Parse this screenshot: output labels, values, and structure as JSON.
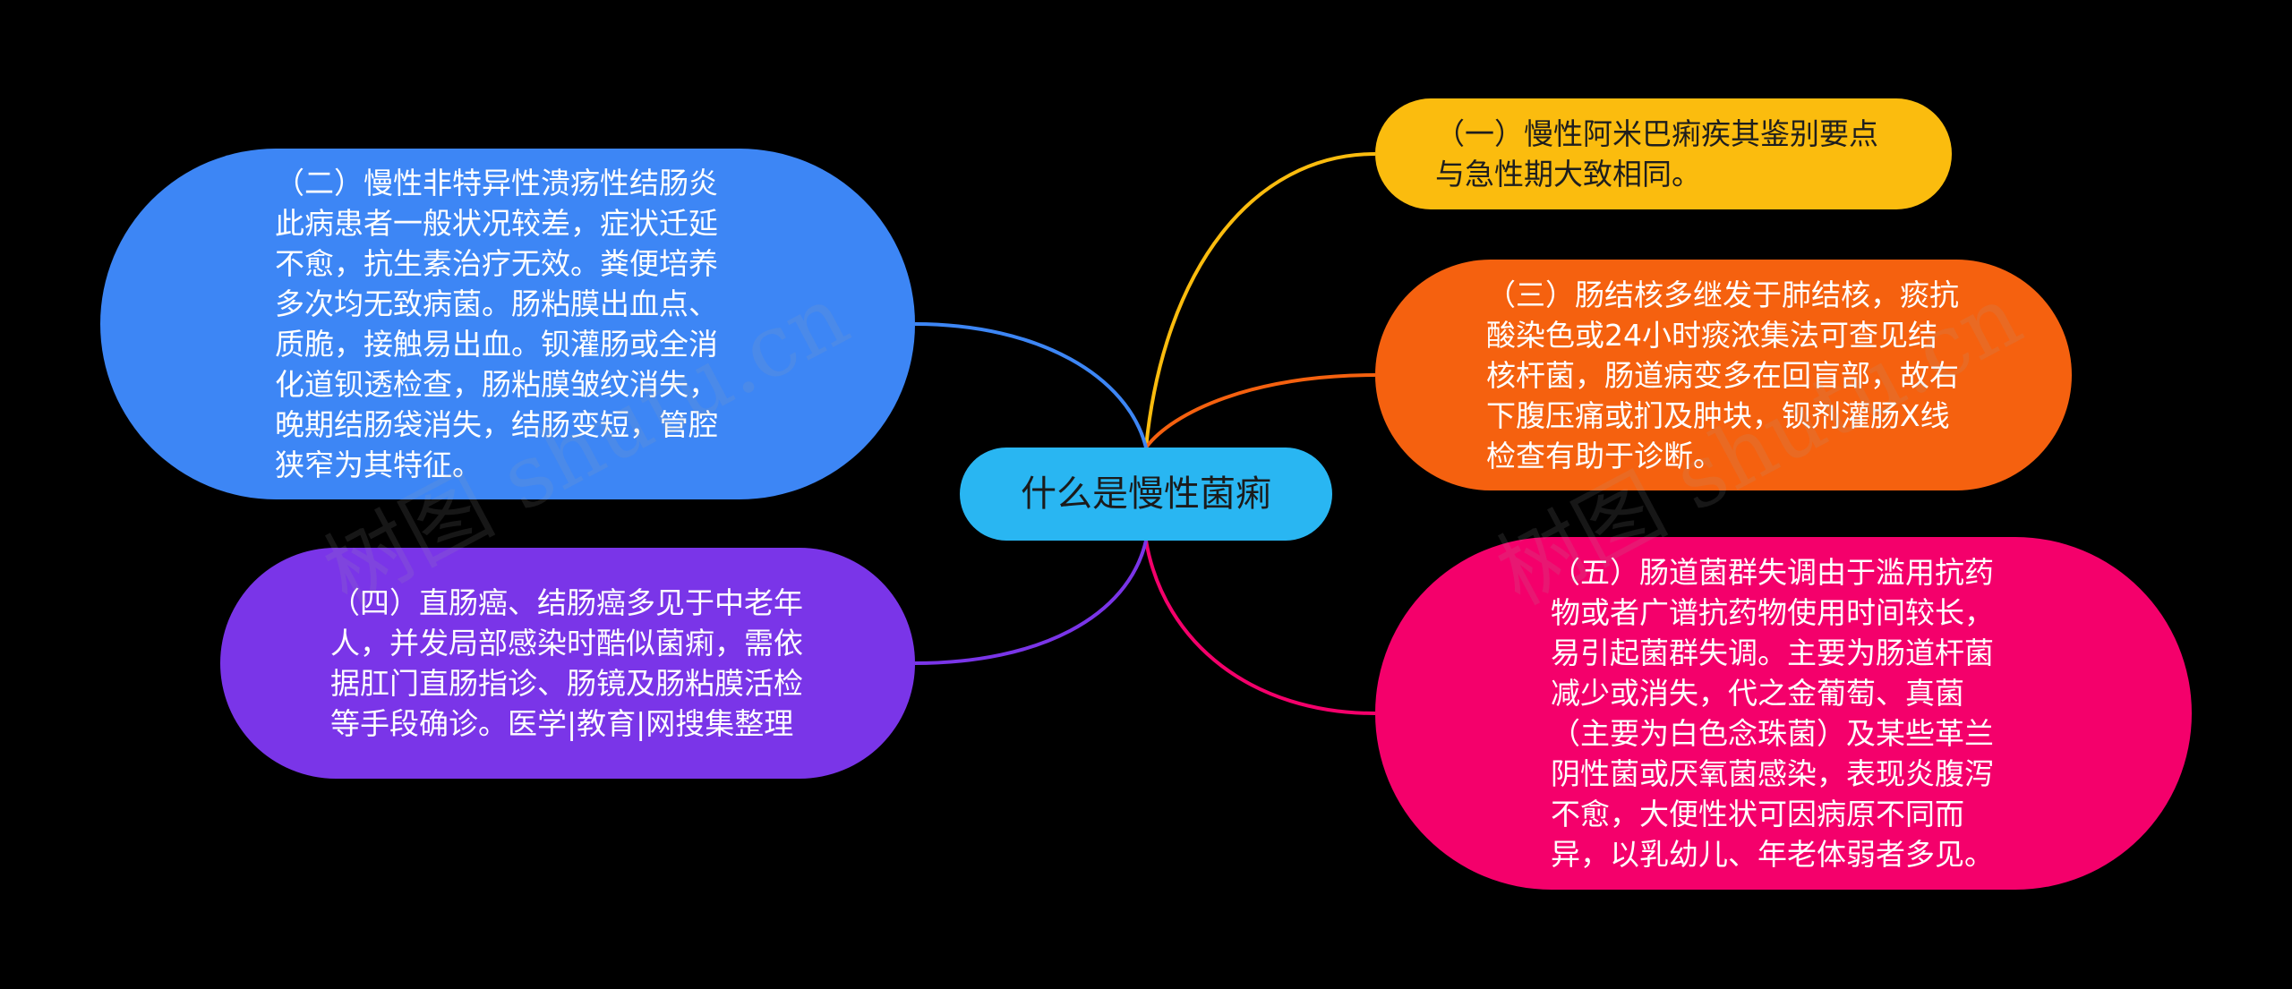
{
  "diagram": {
    "center": {
      "label": "什么是慢性菌痢",
      "color": "#29b6f2"
    },
    "branches": [
      {
        "id": "n1",
        "text": "（一）慢性阿米巴痢疾其鉴别要点与急性期大致相同。",
        "color": "#fbbc0e"
      },
      {
        "id": "n3",
        "text": "（三）肠结核多继发于肺结核，痰抗酸染色或24小时痰浓集法可查见结核杆菌，肠道病变多在回盲部，故右下腹压痛或扪及肿块，钡剂灌肠X线检查有助于诊断。",
        "color": "#f5610f"
      },
      {
        "id": "n5",
        "text": "（五）肠道菌群失调由于滥用抗药物或者广谱抗药物使用时间较长，易引起菌群失调。主要为肠道杆菌减少或消失，代之金葡萄、真菌（主要为白色念珠菌）及某些革兰阴性菌或厌氧菌感染，表现炎腹泻不愈，大便性状可因病原不同而异，以乳幼儿、年老体弱者多见。",
        "color": "#f4006b"
      },
      {
        "id": "n2",
        "text": "（二）慢性非特异性溃疡性结肠炎此病患者一般状况较差，症状迁延不愈，抗生素治疗无效。粪便培养多次均无致病菌。肠粘膜出血点、质脆，接触易出血。钡灌肠或全消化道钡透检查，肠粘膜皱纹消失，晚期结肠袋消失，结肠变短，管腔狭窄为其特征。",
        "color": "#3d86f5"
      },
      {
        "id": "n4",
        "text": "（四）直肠癌、结肠癌多见于中老年人，并发局部感染时酷似菌痢，需依据肛门直肠指诊、肠镜及肠粘膜活检等手段确诊。医学|教育|网搜集整理",
        "color": "#7a35e8"
      }
    ]
  },
  "watermarks": [
    "树图 shutu.cn",
    "树图 shutu.cn"
  ]
}
